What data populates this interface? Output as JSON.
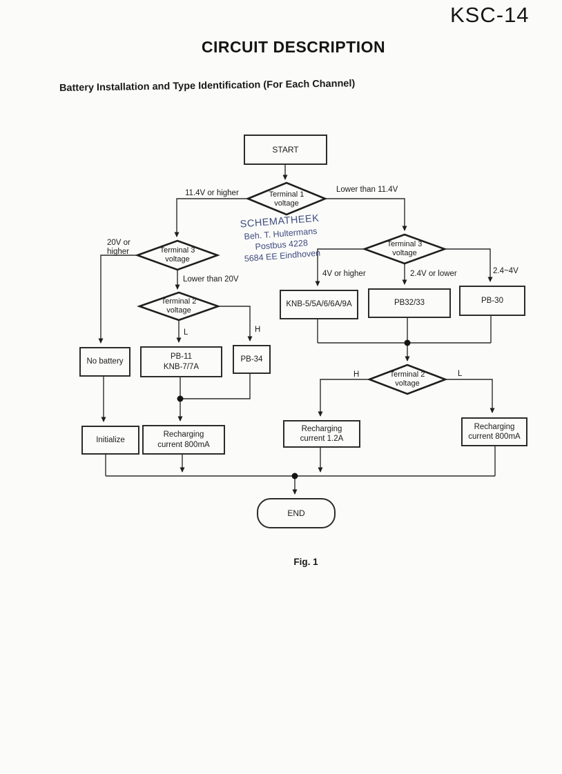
{
  "page": {
    "model": "KSC-14",
    "title": "CIRCUIT DESCRIPTION",
    "subtitle": "Battery Installation and Type Identification (For Each Channel)",
    "figure_caption": "Fig. 1"
  },
  "stamp": {
    "lines": [
      "SCHEMATHEEK",
      "Beh. T. Hultermans",
      "Postbus 4228",
      "5684 EE Eindhoven"
    ],
    "ink_color": "#3f4c80"
  },
  "flowchart": {
    "line_color": "#2b2b2b",
    "nodes": {
      "start": "START",
      "terminal1": "Terminal 1\nvoltage",
      "terminal3_left": "Terminal 3\nvoltage",
      "terminal2_left": "Terminal 2\nvoltage",
      "terminal3_right": "Terminal 3\nvoltage",
      "terminal2_right": "Terminal 2\nvoltage",
      "no_battery": "No battery",
      "pb11_knb7": "PB-11\nKNB-7/7A",
      "pb34": "PB-34",
      "knb5": "KNB-5/5A/6/6A/9A",
      "pb32_33": "PB32/33",
      "pb30": "PB-30",
      "initialize": "Initialize",
      "recharging_800_left": "Recharging\ncurrent 800mA",
      "recharging_12": "Recharging\ncurrent 1.2A",
      "recharging_800_right": "Recharging\ncurrent 800mA",
      "end": "END"
    },
    "edge_labels": {
      "t1_left": "11.4V or higher",
      "t1_right": "Lower than 11.4V",
      "t3l_branch": "20V or\nhigher",
      "t3l_down": "Lower than 20V",
      "t2l_low": "L",
      "t2l_high": "H",
      "t3r_left": "4V or higher",
      "t3r_mid": "2.4V or lower",
      "t3r_right": "2.4~4V",
      "t2r_high": "H",
      "t2r_low": "L"
    }
  }
}
